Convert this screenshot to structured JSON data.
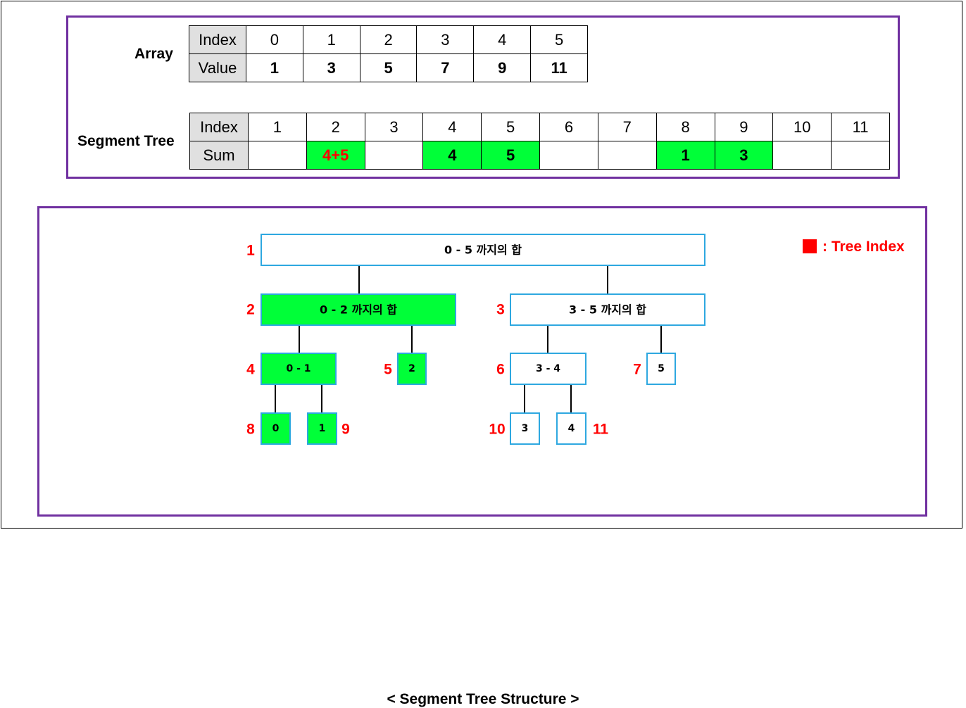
{
  "array": {
    "label": "Array",
    "index_header": "Index",
    "value_header": "Value",
    "indices": [
      "0",
      "1",
      "2",
      "3",
      "4",
      "5"
    ],
    "values": [
      "1",
      "3",
      "5",
      "7",
      "9",
      "11"
    ]
  },
  "segment_tree": {
    "label": "Segment Tree",
    "index_header": "Index",
    "sum_header": "Sum",
    "indices": [
      "1",
      "2",
      "3",
      "4",
      "5",
      "6",
      "7",
      "8",
      "9",
      "10",
      "11"
    ],
    "sums": [
      "",
      "4+5",
      "",
      "4",
      "5",
      "",
      "",
      "1",
      "3",
      "",
      ""
    ],
    "highlighted": [
      false,
      true,
      false,
      true,
      true,
      false,
      false,
      true,
      true,
      false,
      false
    ],
    "red_text": [
      false,
      true,
      false,
      false,
      false,
      false,
      false,
      false,
      false,
      false,
      false
    ]
  },
  "structure": {
    "nodes": [
      {
        "id": 1,
        "tree_index": "1",
        "text": "0 - 5 까지의 합",
        "highlighted": false
      },
      {
        "id": 2,
        "tree_index": "2",
        "text": "0 - 2 까지의 합",
        "highlighted": true
      },
      {
        "id": 3,
        "tree_index": "3",
        "text": "3 - 5 까지의 합",
        "highlighted": false
      },
      {
        "id": 4,
        "tree_index": "4",
        "text": "0 - 1",
        "highlighted": true
      },
      {
        "id": 5,
        "tree_index": "5",
        "text": "2",
        "highlighted": true
      },
      {
        "id": 6,
        "tree_index": "6",
        "text": "3 - 4",
        "highlighted": false
      },
      {
        "id": 7,
        "tree_index": "7",
        "text": "5",
        "highlighted": false
      },
      {
        "id": 8,
        "tree_index": "8",
        "text": "0",
        "highlighted": true
      },
      {
        "id": 9,
        "tree_index": "9",
        "text": "1",
        "highlighted": true
      },
      {
        "id": 10,
        "tree_index": "10",
        "text": "3",
        "highlighted": false
      },
      {
        "id": 11,
        "tree_index": "11",
        "text": "4",
        "highlighted": false
      }
    ],
    "edges": [
      [
        1,
        2
      ],
      [
        1,
        3
      ],
      [
        2,
        4
      ],
      [
        2,
        5
      ],
      [
        3,
        6
      ],
      [
        3,
        7
      ],
      [
        4,
        8
      ],
      [
        4,
        9
      ],
      [
        6,
        10
      ],
      [
        6,
        11
      ]
    ],
    "legend_text": ": Tree Index",
    "caption": "< Segment Tree Structure >",
    "colors": {
      "highlight_fill": "#00ff38",
      "node_border": "#2ea8e0",
      "index_label": "#ff0000",
      "edge": "#000000"
    }
  }
}
